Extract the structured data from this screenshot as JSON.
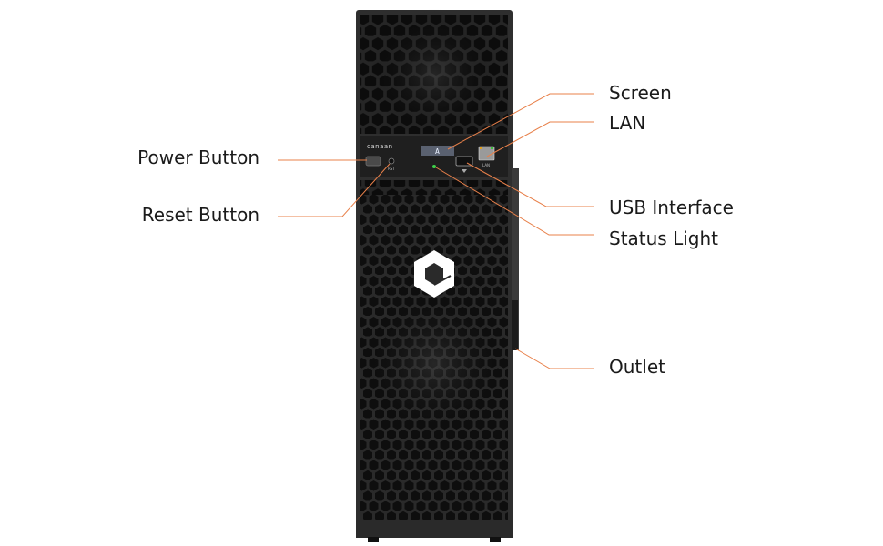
{
  "device": {
    "brand": "canaan",
    "screen_text": "A",
    "lan_tag": "LAN",
    "reset_tag": "RST"
  },
  "labels": {
    "power_button": "Power Button",
    "reset_button": "Reset Button",
    "screen": "Screen",
    "lan": "LAN",
    "usb_interface": "USB Interface",
    "status_light": "Status Light",
    "outlet": "Outlet"
  },
  "colors": {
    "leader_line": "#e8804a",
    "chassis": "#2e2e2e",
    "status_led": "#3ecf4a"
  }
}
